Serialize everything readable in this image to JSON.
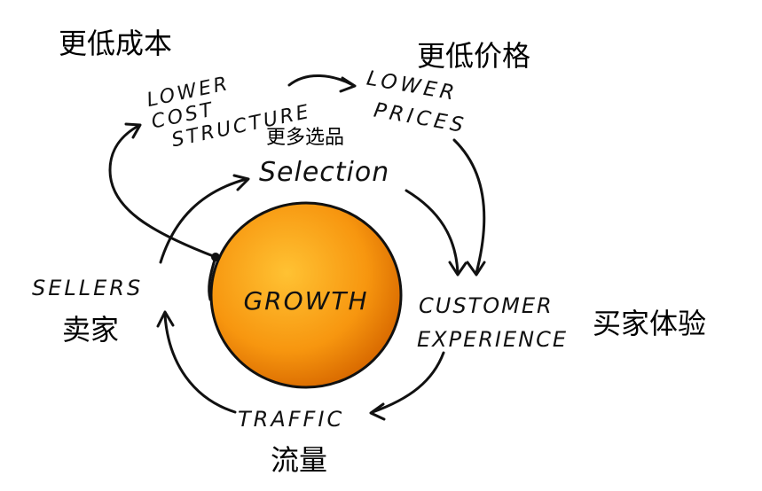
{
  "nodes": {
    "lower_cost": {
      "lines": [
        "LOWER",
        "COST",
        "STRUCTURE"
      ],
      "cn": "更低成本"
    },
    "lower_prices": {
      "lines": [
        "LOWER",
        "PRICES"
      ],
      "cn": "更低价格"
    },
    "selection": {
      "label": "Selection",
      "cn": "更多选品"
    },
    "customer_experience": {
      "lines": [
        "CUSTOMER",
        "EXPERIENCE"
      ],
      "cn": "买家体验"
    },
    "traffic": {
      "label": "TRAFFIC",
      "cn": "流量"
    },
    "sellers": {
      "label": "SELLERS",
      "cn": "卖家"
    },
    "growth": {
      "label": "GROWTH"
    }
  },
  "colors": {
    "growth_center": "#ffc233",
    "growth_mid": "#f7960f",
    "growth_edge": "#d96a00",
    "ink": "#111111"
  }
}
